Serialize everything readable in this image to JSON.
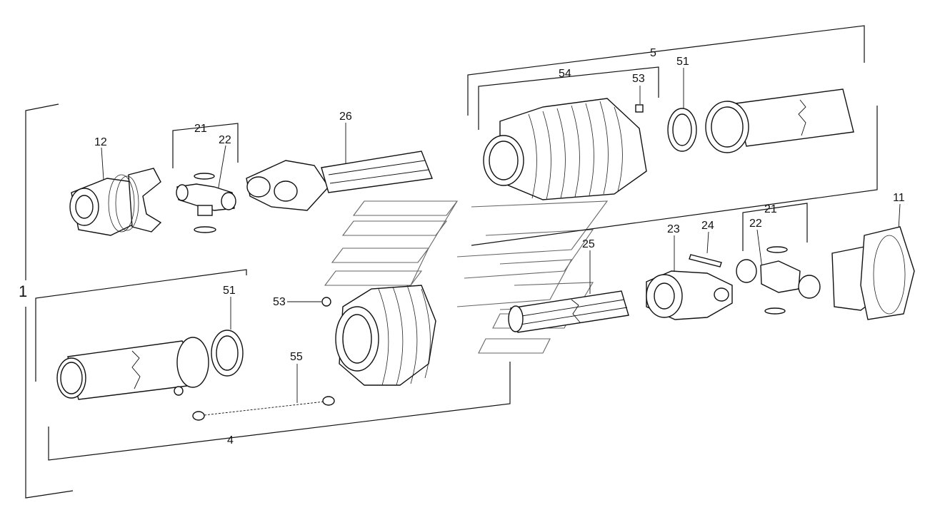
{
  "diagram": {
    "callouts": {
      "assembly": "1",
      "group_upper": "5",
      "group_lower": "4",
      "guard_upper": "54",
      "screw_upper": "53",
      "screw_lower": "53",
      "bearing_upper": "51",
      "bearing_lower": "51",
      "yoke_left": "12",
      "cross_group_left": "21",
      "cross_left": "22",
      "inner_tube": "26",
      "cross_group_right": "21",
      "cross_right": "22",
      "yoke_right": "11",
      "inner_yoke": "23",
      "pin": "24",
      "profile_tube": "25",
      "chain": "55"
    }
  }
}
